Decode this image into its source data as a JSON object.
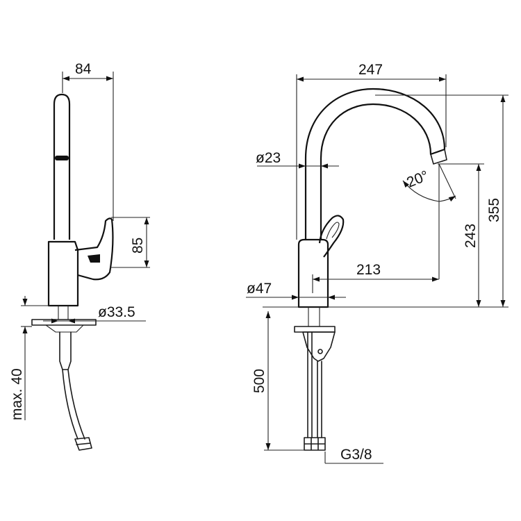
{
  "side_view": {
    "width_top": "84",
    "handle_height": "85",
    "base_diameter": "ø33.5",
    "deck_thickness": "max. 40"
  },
  "front_view": {
    "reach_total": "247",
    "spout_diameter": "ø23",
    "swivel_angle": "20°",
    "reach": "213",
    "outlet_height": "243",
    "total_height": "355",
    "body_diameter": "ø47",
    "hose_length": "500",
    "connection_thread": "G3/8"
  },
  "colors": {
    "line": "#111111",
    "background": "#ffffff"
  }
}
